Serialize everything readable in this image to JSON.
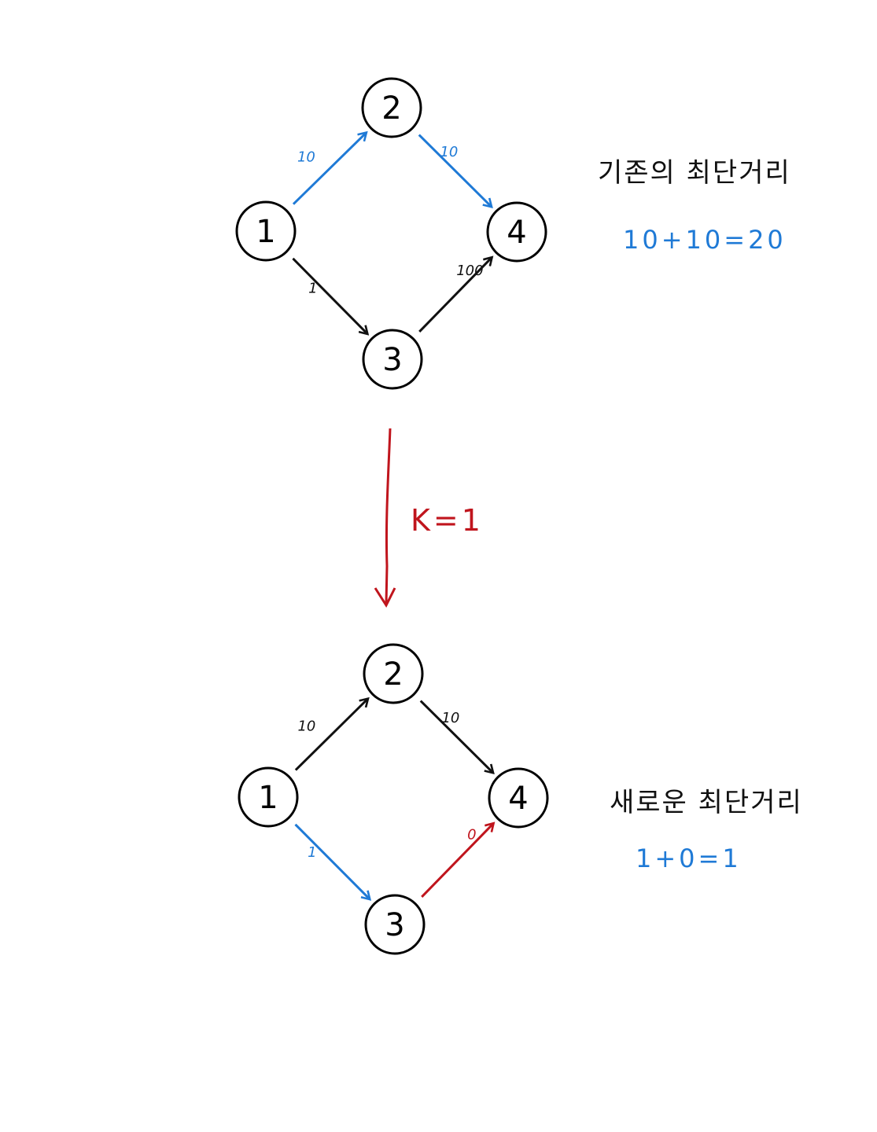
{
  "colors": {
    "black": "#111111",
    "blue": "#1f7ad6",
    "red": "#c0151d"
  },
  "graphs": [
    {
      "nodes": [
        {
          "id": "1",
          "label": "1"
        },
        {
          "id": "2",
          "label": "2"
        },
        {
          "id": "3",
          "label": "3"
        },
        {
          "id": "4",
          "label": "4"
        }
      ],
      "edges": [
        {
          "from": "1",
          "to": "2",
          "weight": "10",
          "color": "blue"
        },
        {
          "from": "2",
          "to": "4",
          "weight": "10",
          "color": "blue"
        },
        {
          "from": "1",
          "to": "3",
          "weight": "1",
          "color": "black"
        },
        {
          "from": "3",
          "to": "4",
          "weight": "100",
          "color": "black"
        }
      ],
      "caption": "기존의 최단거리",
      "calc": "10+10=20"
    },
    {
      "nodes": [
        {
          "id": "1",
          "label": "1"
        },
        {
          "id": "2",
          "label": "2"
        },
        {
          "id": "3",
          "label": "3"
        },
        {
          "id": "4",
          "label": "4"
        }
      ],
      "edges": [
        {
          "from": "1",
          "to": "2",
          "weight": "10",
          "color": "black"
        },
        {
          "from": "2",
          "to": "4",
          "weight": "10",
          "color": "black"
        },
        {
          "from": "1",
          "to": "3",
          "weight": "1",
          "color": "blue"
        },
        {
          "from": "3",
          "to": "4",
          "weight": "0",
          "color": "red"
        }
      ],
      "caption": "새로운 최단거리",
      "calc": "1+0=1"
    }
  ],
  "transition": {
    "label": "K=1"
  }
}
